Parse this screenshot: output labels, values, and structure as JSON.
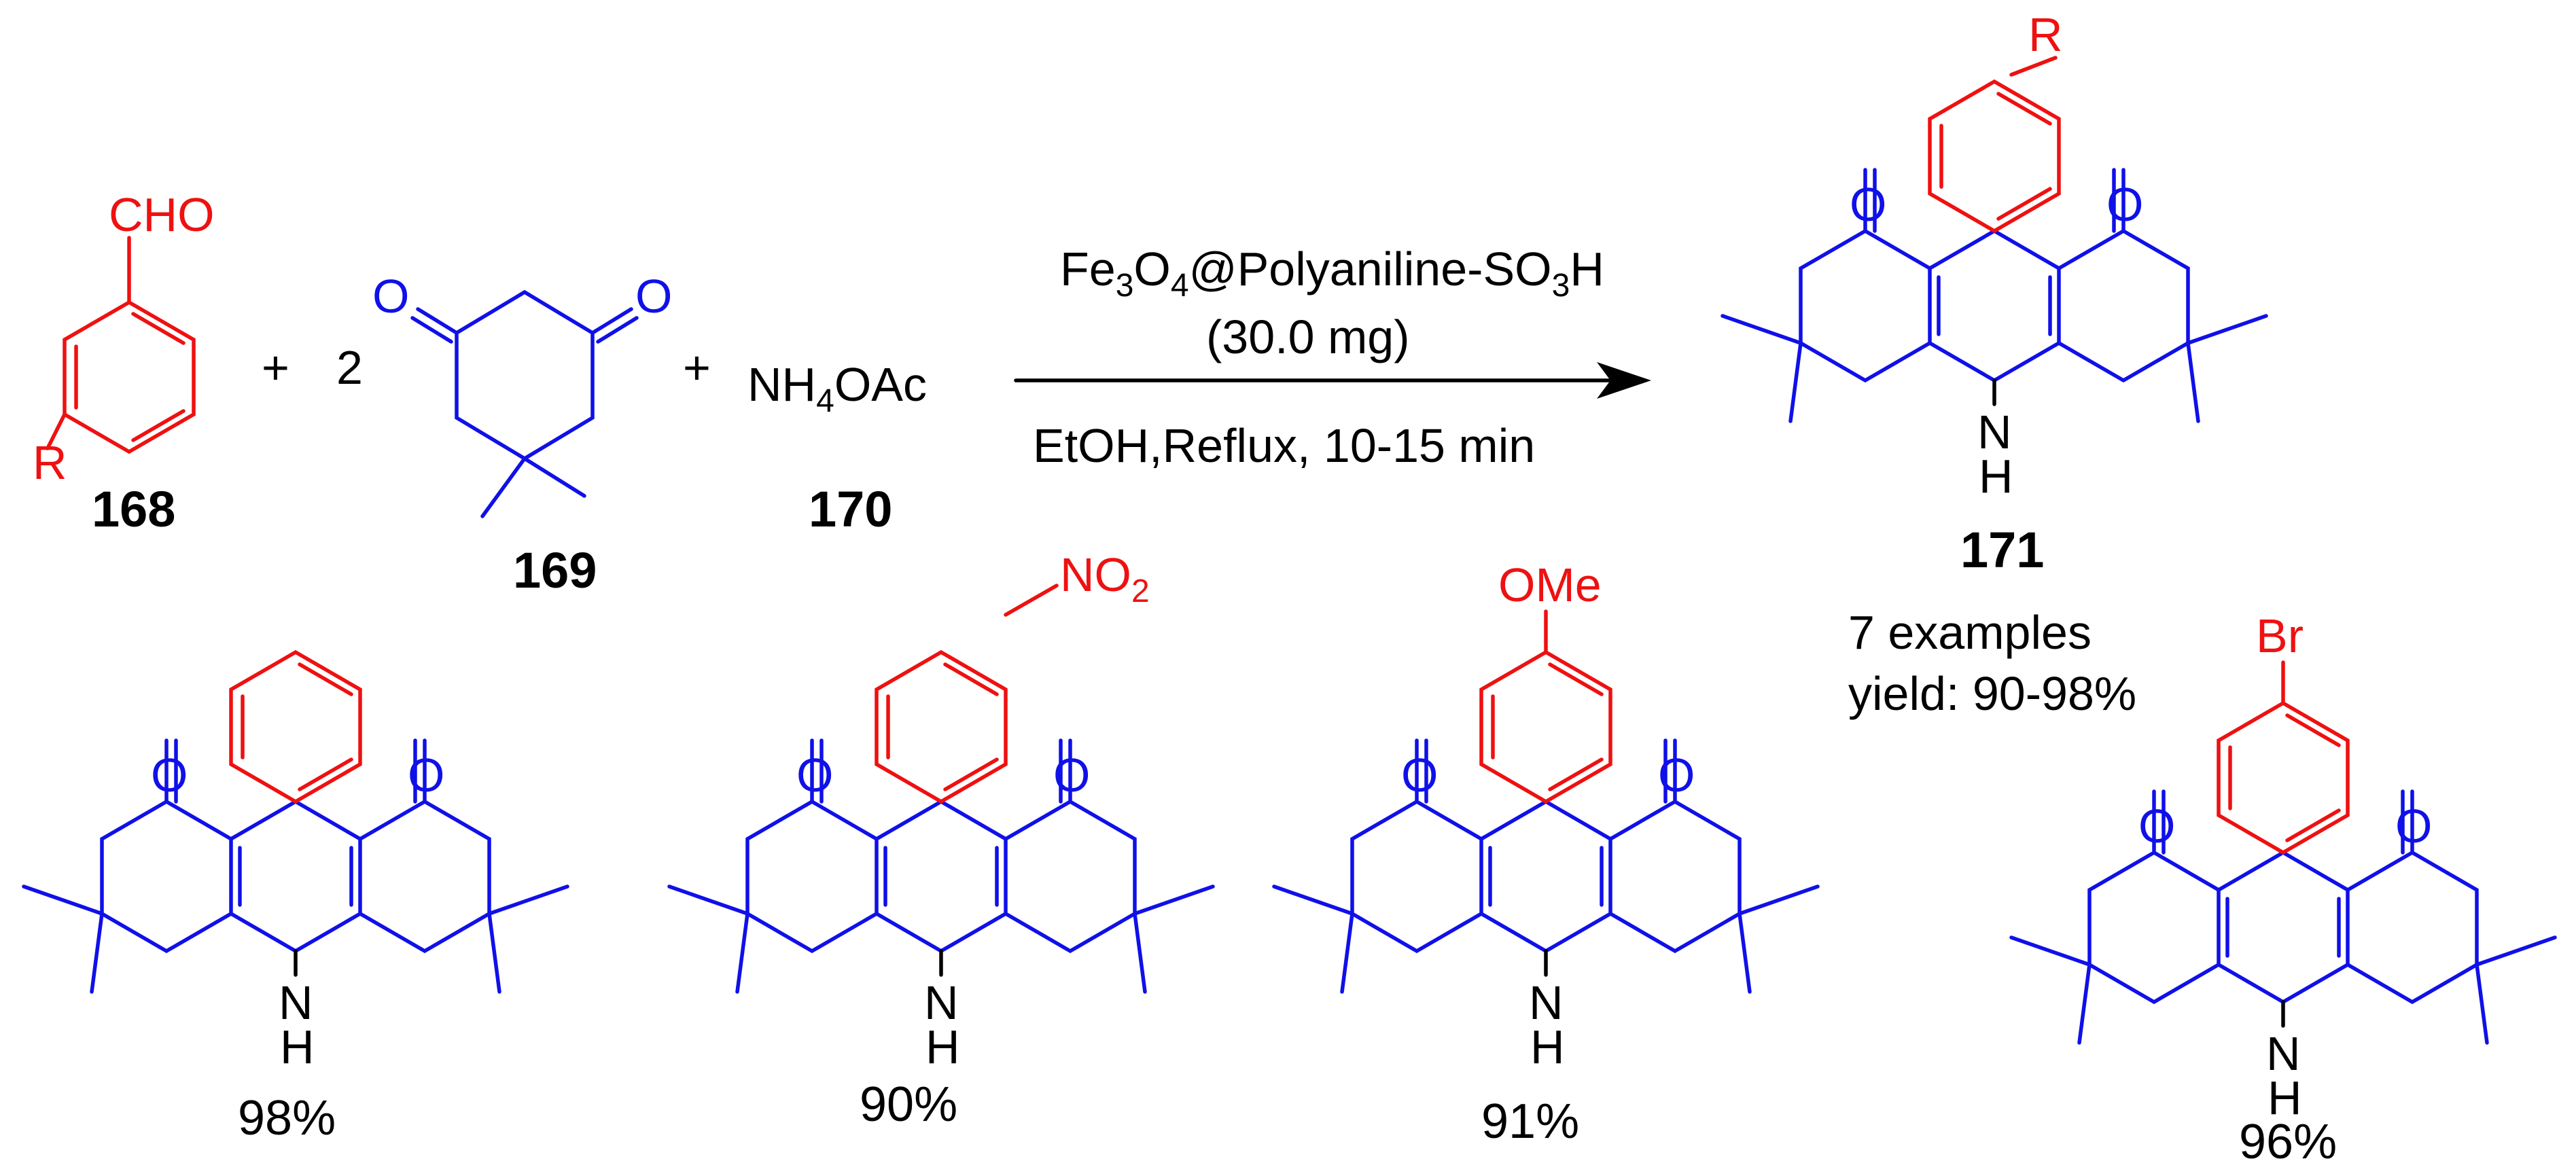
{
  "colors": {
    "core": "#1010e8",
    "aryl": "#ee1111",
    "text": "#000000"
  },
  "reactants": {
    "aldehyde": {
      "group": "CHO",
      "substituent": "R",
      "number": "168"
    },
    "coefficient": "2",
    "dione": {
      "oxygen": "O",
      "number": "169"
    },
    "ammonium": {
      "prefix": "NH",
      "sub": "4",
      "suffix": "OAc",
      "number": "170"
    },
    "plus": "+"
  },
  "conditions": {
    "catalyst": {
      "p1": "Fe",
      "s1": "3",
      "p2": "O",
      "s2": "4",
      "p3": "@Polyaniline-SO",
      "s3": "3",
      "p4": "H"
    },
    "amount": "(30.0 mg)",
    "solvent": "EtOH,Reflux, 10-15 min"
  },
  "product": {
    "number": "171",
    "substituent": "R",
    "oxygen": "O",
    "nh_n": "N",
    "nh_h": "H",
    "summary_line1": "7 examples",
    "summary_line2": "yield: 90-98%"
  },
  "examples": [
    {
      "substituent": "",
      "yield": "98%"
    },
    {
      "prefix": "NO",
      "sub": "2",
      "yield": "90%"
    },
    {
      "substituent": "OMe",
      "yield": "91%"
    },
    {
      "substituent": "Br",
      "yield": "96%"
    }
  ]
}
